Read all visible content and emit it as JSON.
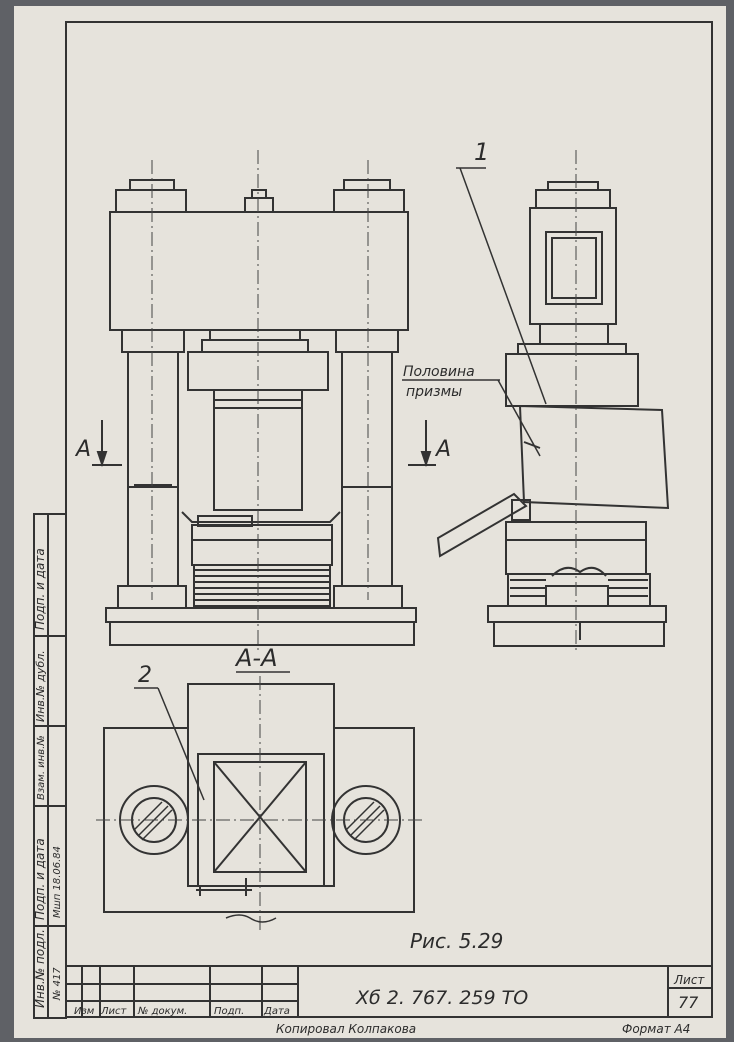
{
  "drawing": {
    "item_1_label": "1",
    "item_2_label": "2",
    "half_prism_label_line1": "Половина",
    "half_prism_label_line2": "призмы",
    "section_marker_left": "А",
    "section_marker_right": "А",
    "section_title": "А-А",
    "figure_caption": "Рис. 5.29"
  },
  "title_block": {
    "document_code": "Хб 2. 767. 259 ТО",
    "sheet_label": "Лист",
    "sheet_number": "77",
    "col_change": "Изм",
    "col_sheet": "Лист",
    "col_doc_no": "№ докум.",
    "col_signature": "Подп.",
    "col_date": "Дата",
    "copied_by": "Копировал Колпакова",
    "format": "Формат А4"
  },
  "side_stamp": {
    "inv_original": "Инв.№ подл.",
    "inv_original_value": "№ 417",
    "sign_date": "Подп. и дата",
    "sign_date_value": "Мшп 18.06.84",
    "replace_inv": "Взам. инв.№",
    "inv_dup": "Инв.№ дубл.",
    "sign_date_2": "Подп. и дата"
  }
}
